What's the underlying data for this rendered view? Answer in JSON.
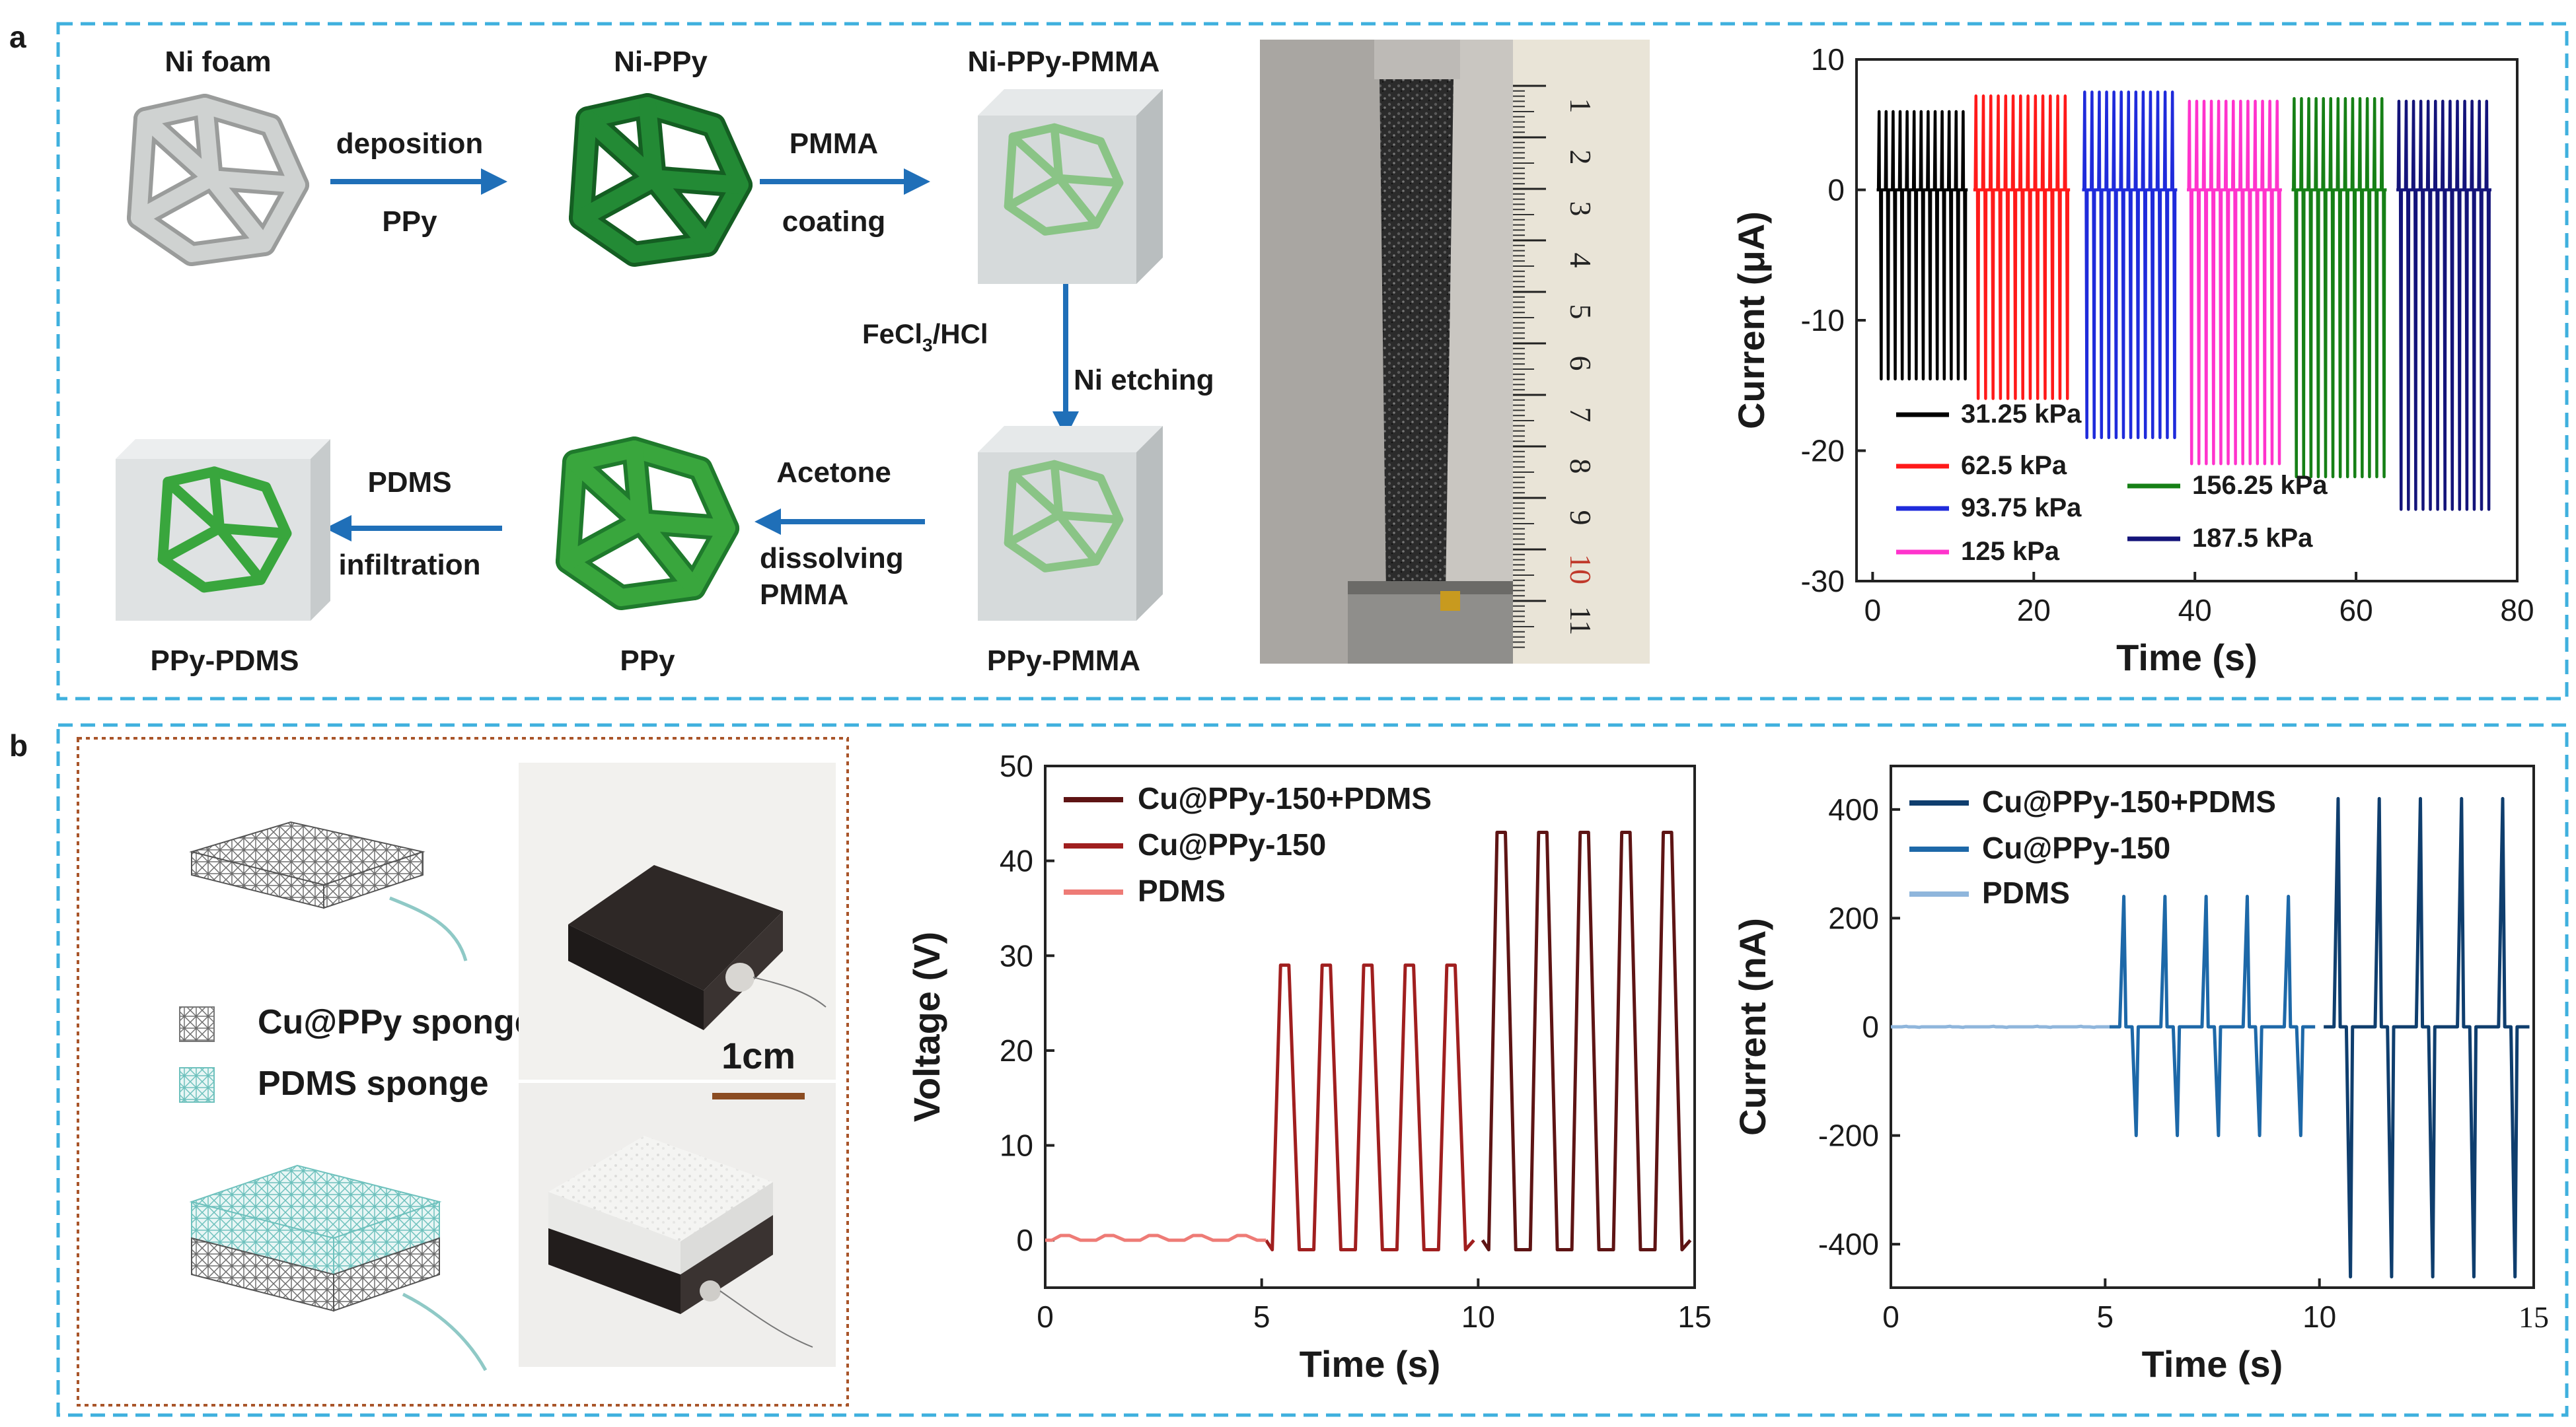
{
  "panel_labels": {
    "a": "a",
    "b": "b"
  },
  "colors": {
    "frame": "#3fb0de",
    "arrow": "#1f6fb8",
    "ni_foam": "#cfd2d1",
    "ppy_dark": "#238a35",
    "ppy_bright": "#39a63d",
    "ppy_light": "#8ac486",
    "matrix": "#d6dadb",
    "brown_dash": "#a9552a",
    "scale_bar": "#8b4c22",
    "cu_swatch": "#7a7a7a",
    "pdms_swatch": "#8fc9c6"
  },
  "schematic": {
    "ni_foam": "Ni foam",
    "ni_ppy": "Ni-PPy",
    "ni_ppy_pmma": "Ni-PPy-PMMA",
    "ppy_pmma": "PPy-PMMA",
    "ppy": "PPy",
    "ppy_pdms": "PPy-PDMS",
    "step1_top": "deposition",
    "step1_bottom": "PPy",
    "step2_top": "PMMA",
    "step2_bottom": "coating",
    "step3_left": "FeCl",
    "step3_sub": "3",
    "step3_left_tail": "/HCl",
    "step3_right": "Ni etching",
    "step4_top": "Acetone",
    "step4_bottom1": "dissolving",
    "step4_bottom2": "PMMA",
    "step5_top": "PDMS",
    "step5_bottom": "infiltration"
  },
  "ruler": {
    "ticks": [
      "1",
      "2",
      "3",
      "4",
      "5",
      "6",
      "7",
      "8",
      "9",
      "10",
      "11"
    ]
  },
  "sponge_panel": {
    "legend_cu": "Cu@PPy sponge",
    "legend_pdms": "PDMS sponge",
    "scale_label": "1cm"
  },
  "chart_data": [
    {
      "type": "line",
      "xlabel": "Time (s)",
      "ylabel": "Current (μA)",
      "xlim": [
        -2,
        80
      ],
      "ylim": [
        -30,
        10
      ],
      "xticks": [
        0,
        20,
        40,
        60,
        80
      ],
      "yticks": [
        10,
        0,
        -10,
        -20,
        -30
      ],
      "series": [
        {
          "name": "31.25 kPa",
          "color": "#000000",
          "x_range": [
            0.5,
            11.8
          ],
          "peaks": 13,
          "max": 6.0,
          "min": -14.5
        },
        {
          "name": "62.5 kPa",
          "color": "#ff1a1a",
          "x_range": [
            12.5,
            24.5
          ],
          "peaks": 13,
          "max": 7.2,
          "min": -16.0
        },
        {
          "name": "93.75 kPa",
          "color": "#1f2bdb",
          "x_range": [
            26.0,
            37.8
          ],
          "peaks": 13,
          "max": 7.5,
          "min": -19.0
        },
        {
          "name": "125 kPa",
          "color": "#ff33cc",
          "x_range": [
            39.0,
            50.8
          ],
          "peaks": 13,
          "max": 6.8,
          "min": -21.0
        },
        {
          "name": "156.25 kPa",
          "color": "#168016",
          "x_range": [
            52.0,
            63.8
          ],
          "peaks": 13,
          "max": 7.0,
          "min": -22.0
        },
        {
          "name": "187.5 kPa",
          "color": "#14147a",
          "x_range": [
            65.0,
            76.8
          ],
          "peaks": 13,
          "max": 6.8,
          "min": -24.5
        }
      ]
    },
    {
      "type": "line",
      "xlabel": "Time (s)",
      "ylabel": "Voltage (V)",
      "xlim": [
        0,
        15
      ],
      "ylim": [
        -5,
        50
      ],
      "xticks": [
        0,
        5,
        10,
        15
      ],
      "yticks": [
        0,
        10,
        20,
        30,
        40,
        50
      ],
      "series": [
        {
          "name": "Cu@PPy-150+PDMS",
          "color": "#5e1414",
          "x_range": [
            10.1,
            14.9
          ],
          "peaks": 5,
          "max": 43,
          "min": -1
        },
        {
          "name": "Cu@PPy-150",
          "color": "#a01f1f",
          "x_range": [
            5.1,
            9.9
          ],
          "peaks": 5,
          "max": 29,
          "min": -1
        },
        {
          "name": "PDMS",
          "color": "#ee7b76",
          "x_range": [
            0,
            5.1
          ],
          "peaks": 5,
          "max": 0.5,
          "min": 0
        }
      ]
    },
    {
      "type": "line",
      "xlabel": "Time (s)",
      "ylabel": "Current (nA)",
      "xlim": [
        0,
        15
      ],
      "ylim": [
        -480,
        480
      ],
      "xticks": [
        0,
        5,
        10,
        15
      ],
      "yticks": [
        400,
        200,
        0,
        -200,
        -400
      ],
      "series": [
        {
          "name": "Cu@PPy-150+PDMS",
          "color": "#0f3e6e",
          "x_range": [
            10.1,
            14.9
          ],
          "peaks": 5,
          "max": 420,
          "min": -460
        },
        {
          "name": "Cu@PPy-150",
          "color": "#1d68a8",
          "x_range": [
            5.1,
            9.9
          ],
          "peaks": 5,
          "max": 240,
          "min": -200
        },
        {
          "name": "PDMS",
          "color": "#8fb6dc",
          "x_range": [
            0,
            5.1
          ],
          "peaks": 5,
          "max": 1,
          "min": -1
        }
      ]
    }
  ]
}
